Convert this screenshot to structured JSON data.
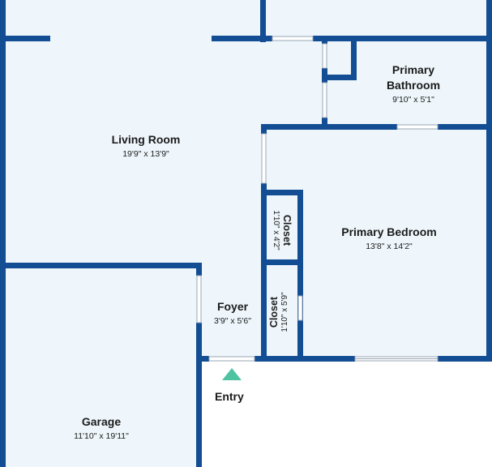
{
  "rooms": {
    "living_room": {
      "name": "Living Room",
      "dims": "19'9\" x 13'9\""
    },
    "primary_bathroom": {
      "name_line1": "Primary",
      "name_line2": "Bathroom",
      "dims": "9'10\" x 5'1\""
    },
    "primary_bedroom": {
      "name": "Primary Bedroom",
      "dims": "13'8\" x 14'2\""
    },
    "closet_upper": {
      "name": "Closet",
      "dims": "1'10\" x 4'2\""
    },
    "closet_lower": {
      "name": "Closet",
      "dims": "1'10\" x 5'9\""
    },
    "foyer": {
      "name": "Foyer",
      "dims": "3'9\" x 5'6\""
    },
    "garage": {
      "name": "Garage",
      "dims": "11'10\" x 19'11\""
    }
  },
  "entry": {
    "label": "Entry",
    "marker_color": "#4fc3a1"
  },
  "colors": {
    "wall": "#134e94",
    "room_fill": "#eef6fb",
    "background": "#ffffff"
  }
}
